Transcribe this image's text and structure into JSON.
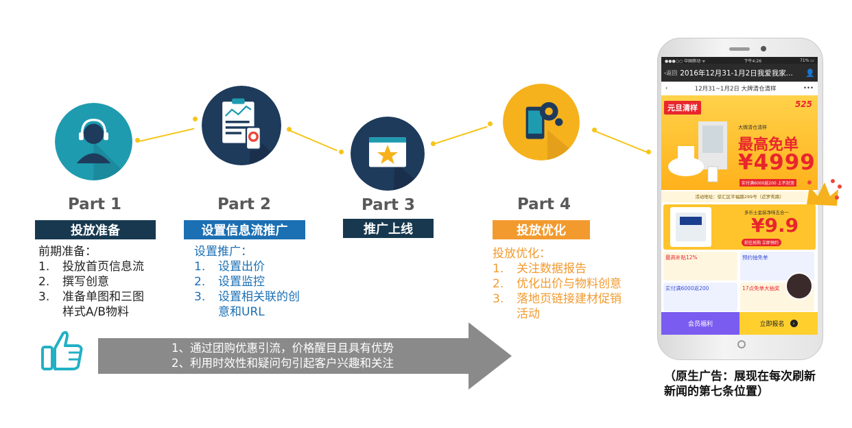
{
  "colors": {
    "connector": "#f5c518",
    "circle_teal": "#1f9bb0",
    "circle_navy": "#1e3b5c",
    "circle_amber": "#f6b21c",
    "banner_dark": "#17384f",
    "banner_blue": "#1b6fb3",
    "banner_orange": "#f29a2e",
    "arrow_gray": "#8a8a8a",
    "thumb_teal": "#21b0c4"
  },
  "steps": [
    {
      "part": "Part 1",
      "banner": "投放准备",
      "intro": "前期准备：",
      "items": [
        {
          "num": "1.",
          "text": "投放首页信息流"
        },
        {
          "num": "2.",
          "text": "撰写创意"
        },
        {
          "num": "3.",
          "text": "准备单图和三图样式A/B物料"
        }
      ]
    },
    {
      "part": "Part 2",
      "banner": "设置信息流推广",
      "intro": "设置推广：",
      "items": [
        {
          "num": "1.",
          "text": "设置出价"
        },
        {
          "num": "2.",
          "text": "设置监控"
        },
        {
          "num": "3.",
          "text": "设置相关联的创意和URL"
        }
      ]
    },
    {
      "part": "Part 3",
      "banner": "推广上线"
    },
    {
      "part": "Part 4",
      "banner": "投放优化",
      "intro": "投放优化：",
      "items": [
        {
          "num": "1.",
          "text": "关注数据报告"
        },
        {
          "num": "2.",
          "text": "优化出价与物料创意"
        },
        {
          "num": "3.",
          "text": "落地页链接建材促销活动"
        }
      ]
    }
  ],
  "arrow": {
    "line1": "1、通过团购优惠引流，价格醒目且具有优势",
    "line2": "2、利用时效性和疑问句引起客户兴趣和关注"
  },
  "phone": {
    "status_left": "●●●○○ 中国移动 ᯤ",
    "status_center": "下午4:26",
    "status_right": "71% ▭",
    "wx_back": "‹返回",
    "wx_title": "2016年12月31-1月2日我爱我家...",
    "nav_title": "12月31~1月2日 大牌清仓清样",
    "hero_tag": "元旦清样",
    "hero_brand": "525",
    "hero_small": "大牌清仓清样",
    "hero_big": "最高免单",
    "hero_price": "¥4999",
    "hero_note": "实付满6000返200 上不封顶",
    "address": "活动地址：徐汇区平福路299号（近罗秀路）",
    "promo_text": "多乐士金装净味五合一",
    "promo_price": "¥9.9",
    "promo_button": "前往抢购 立即预约",
    "cells": [
      "最高补贴12%",
      "预约抽免单",
      "实付满6000返200",
      "17点免单大抽奖"
    ],
    "bottom_left": "会员福利",
    "bottom_right": "立即报名"
  },
  "caption": "（原生广告：展现在每次刷新新闻的第七条位置）"
}
